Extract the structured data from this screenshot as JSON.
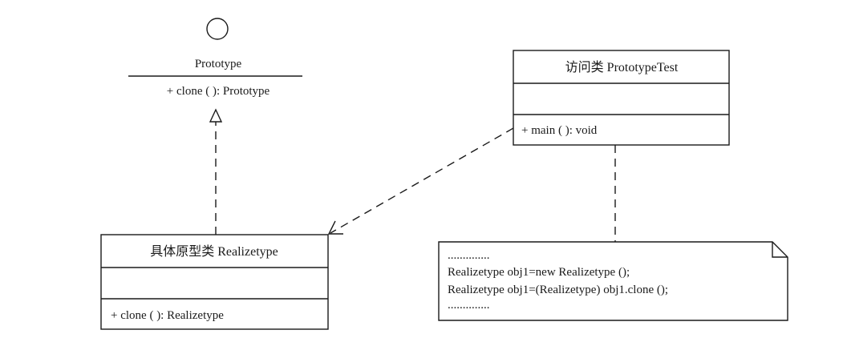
{
  "interface": {
    "name": "Prototype",
    "operation": "+ clone ( ): Prototype"
  },
  "concrete_class": {
    "name": "具体原型类  Realizetype",
    "attributes": "",
    "operation": "+ clone ( ): Realizetype"
  },
  "access_class": {
    "name": "访问类  PrototypeTest",
    "attributes": "",
    "operation": "+ main ( ): void"
  },
  "note": {
    "lines": [
      "..............",
      "Realizetype obj1=new Realizetype ();",
      "Realizetype obj1=(Realizetype) obj1.clone ();",
      ".............."
    ]
  },
  "relations": {
    "realization": {
      "from": "concrete_class",
      "to": "interface",
      "style": "dashed-hollow-triangle"
    },
    "dependency": {
      "from": "access_class",
      "to": "concrete_class",
      "style": "dashed-open-arrow"
    },
    "note_link": {
      "from": "access_class",
      "to": "note",
      "style": "dashed"
    }
  },
  "colors": {
    "stroke": "#1a1a1a",
    "background": "#ffffff"
  }
}
